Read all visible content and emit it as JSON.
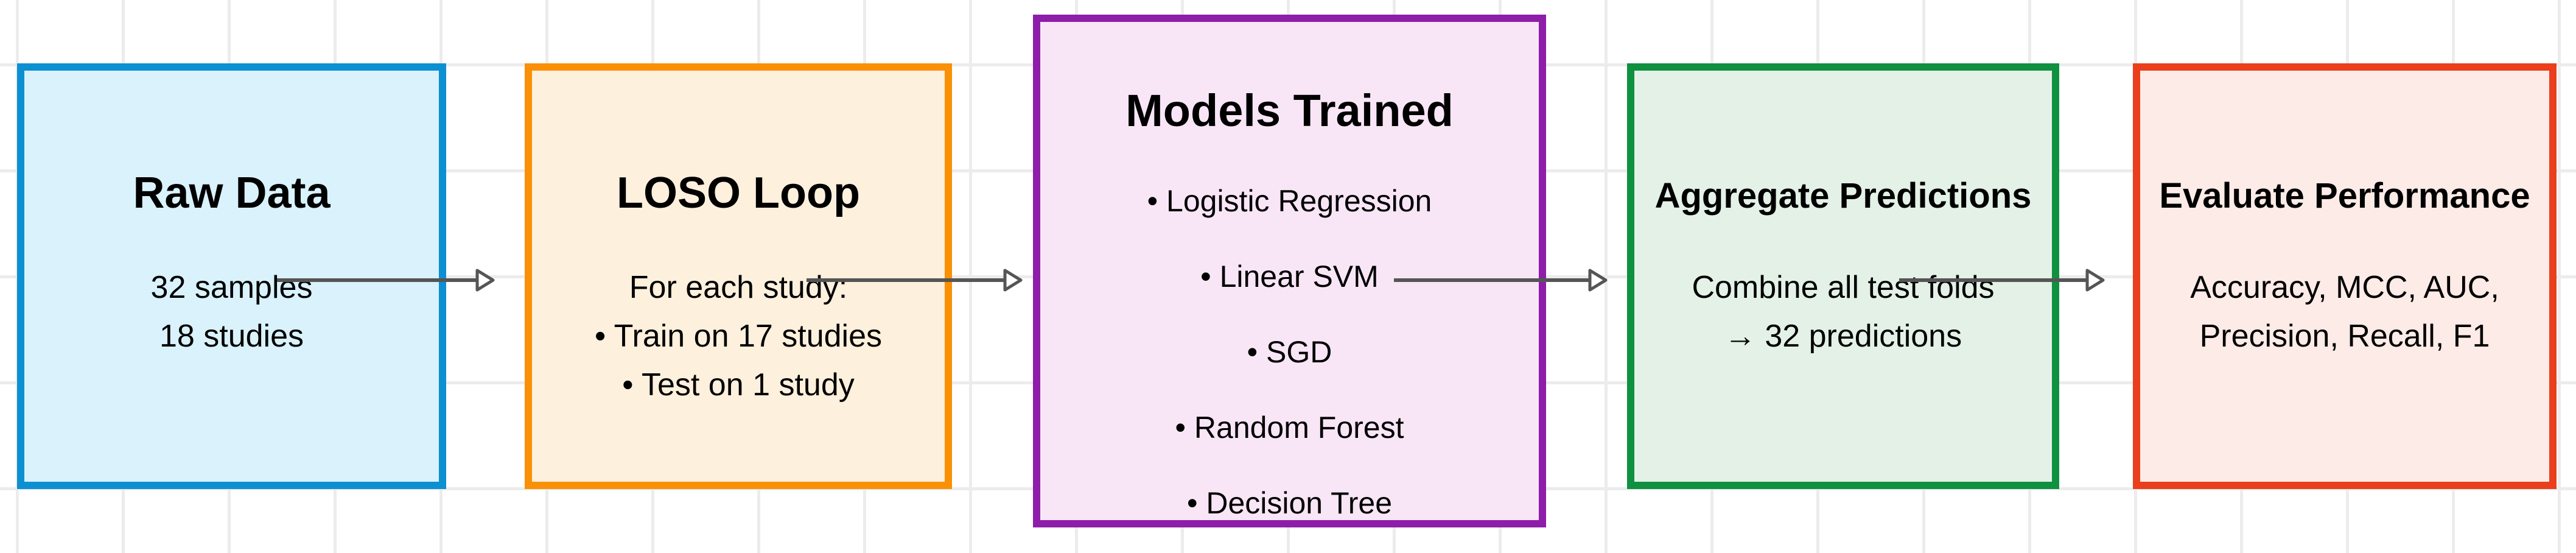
{
  "canvas": {
    "background_color": "#ffffff",
    "grid_color": "#ececec",
    "arrow_color": "#555555",
    "text_color": "#000000"
  },
  "boxes": [
    {
      "id": "raw-data",
      "title": "Raw Data",
      "lines": [
        "32 samples",
        "18 studies"
      ],
      "border_color": "#0d90d2",
      "fill_color": "#d9f2fb"
    },
    {
      "id": "loso-loop",
      "title": "LOSO Loop",
      "lines": [
        "For each study:",
        "• Train on 17 studies",
        "• Test on 1 study"
      ],
      "border_color": "#fa9006",
      "fill_color": "#fdf0dd"
    },
    {
      "id": "models-trained",
      "title": "Models Trained",
      "lines": [
        "• Logistic Regression",
        "• Linear SVM",
        "• SGD",
        "• Random Forest",
        "• Decision Tree"
      ],
      "border_color": "#8e1ea9",
      "fill_color": "#f8e6f7"
    },
    {
      "id": "aggregate-predictions",
      "title": "Aggregate Predictions",
      "lines": [
        "Combine all test folds",
        "→ 32 predictions"
      ],
      "border_color": "#0f9140",
      "fill_color": "#e3f1e7"
    },
    {
      "id": "evaluate-performance",
      "title": "Evaluate Performance",
      "lines": [
        "Accuracy, MCC, AUC,",
        "Precision, Recall, F1"
      ],
      "border_color": "#ea3e1d",
      "fill_color": "#fcebe6"
    }
  ],
  "arrows": [
    {
      "from": "raw-data",
      "to": "loso-loop"
    },
    {
      "from": "loso-loop",
      "to": "models-trained"
    },
    {
      "from": "models-trained",
      "to": "aggregate-predictions"
    },
    {
      "from": "aggregate-predictions",
      "to": "evaluate-performance"
    }
  ]
}
